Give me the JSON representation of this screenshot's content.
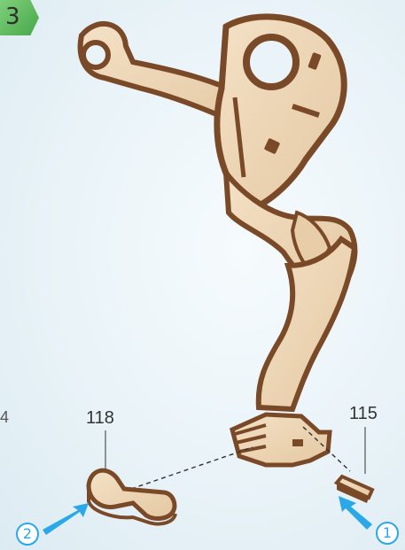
{
  "step": {
    "number": "3",
    "badge_color": "#58b556"
  },
  "edge_number": "4",
  "parts": [
    {
      "id": "118",
      "label": "118"
    },
    {
      "id": "115",
      "label": "115"
    }
  ],
  "callouts": [
    {
      "number": "1",
      "target": "115"
    },
    {
      "number": "2",
      "target": "118"
    }
  ],
  "colors": {
    "wood_face": "#efd7b8",
    "wood_edge": "#7a4a28",
    "arrow": "#2aa8e8",
    "background": "#e9f3f8"
  }
}
